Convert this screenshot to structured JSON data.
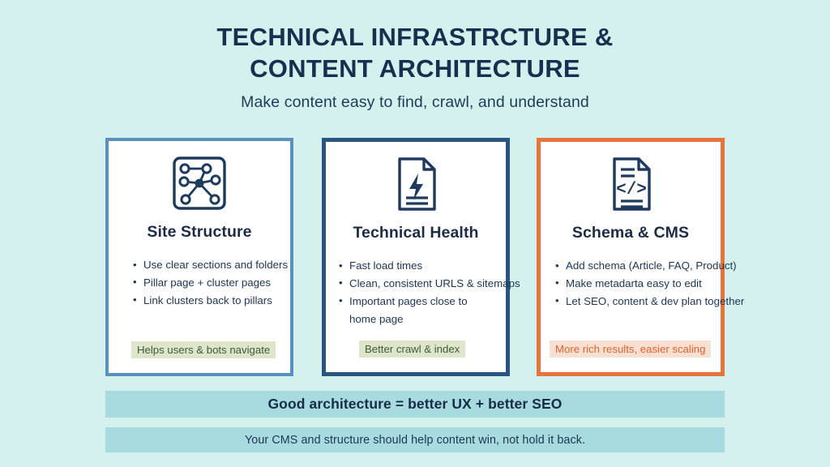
{
  "header": {
    "title_line1": "TECHNICAL INFRASTRCTURE &",
    "title_line2": "CONTENT ARCHITECTURE",
    "subtitle": "Make content easy to find, crawl, and understand"
  },
  "cards": [
    {
      "icon": "network-nodes-icon",
      "title": "Site Structure",
      "bullets": [
        "Use clear sections and folders",
        "Pillar page + cluster pages",
        "Link clusters back to pillars"
      ],
      "badge": "Helps users & bots navigate",
      "border_color": "#5b8fbd",
      "badge_bg": "#dde6cb",
      "badge_color": "#3f5a35"
    },
    {
      "icon": "document-lightning-icon",
      "title": "Technical Health",
      "bullets": [
        "Fast load times",
        "Clean, consistent URLS & sitemaps",
        "Important pages close to home page"
      ],
      "badge": "Better crawl & index",
      "border_color": "#2a5580",
      "badge_bg": "#dde6cb",
      "badge_color": "#3f5a35"
    },
    {
      "icon": "document-code-icon",
      "title": "Schema & CMS",
      "bullets": [
        "Add schema (Article, FAQ, Product)",
        "Make metadarta easy to edit",
        "Let SEO, content & dev plan together"
      ],
      "badge": "More rich results, easier scaling",
      "border_color": "#e8743c",
      "badge_bg": "#fae0d3",
      "badge_color": "#d9632c"
    }
  ],
  "banners": {
    "primary": "Good architecture = better UX + better SEO",
    "secondary": "Your CMS and structure should help content win, not hold it back."
  },
  "colors": {
    "background": "#d4f1ed",
    "ink": "#17304f",
    "banner_bg": "#a8dbe0",
    "accent_orange": "#e8743c",
    "accent_blue": "#2a5580"
  }
}
